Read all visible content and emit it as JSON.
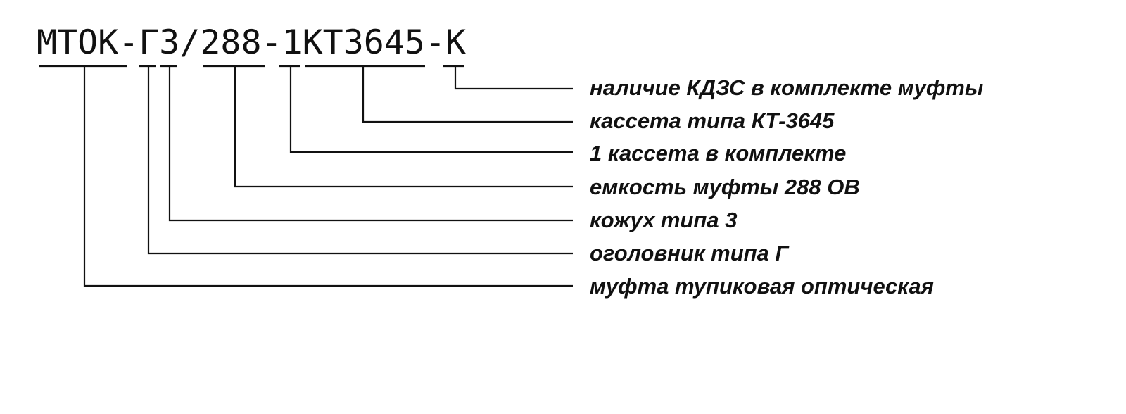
{
  "designation": {
    "code": "МТОК-Г3/288-1КТ3645-К"
  },
  "legend": [
    "наличие КДЗС в комплекте муфты",
    "кассета типа КТ-3645",
    "1 кассета в комплекте",
    "емкость муфты 288 ОВ",
    "кожух типа 3",
    "оголовник типа Г",
    "муфта тупиковая оптическая"
  ],
  "colors": {
    "text": "#111111",
    "lines": "#111111",
    "background": "#ffffff"
  }
}
